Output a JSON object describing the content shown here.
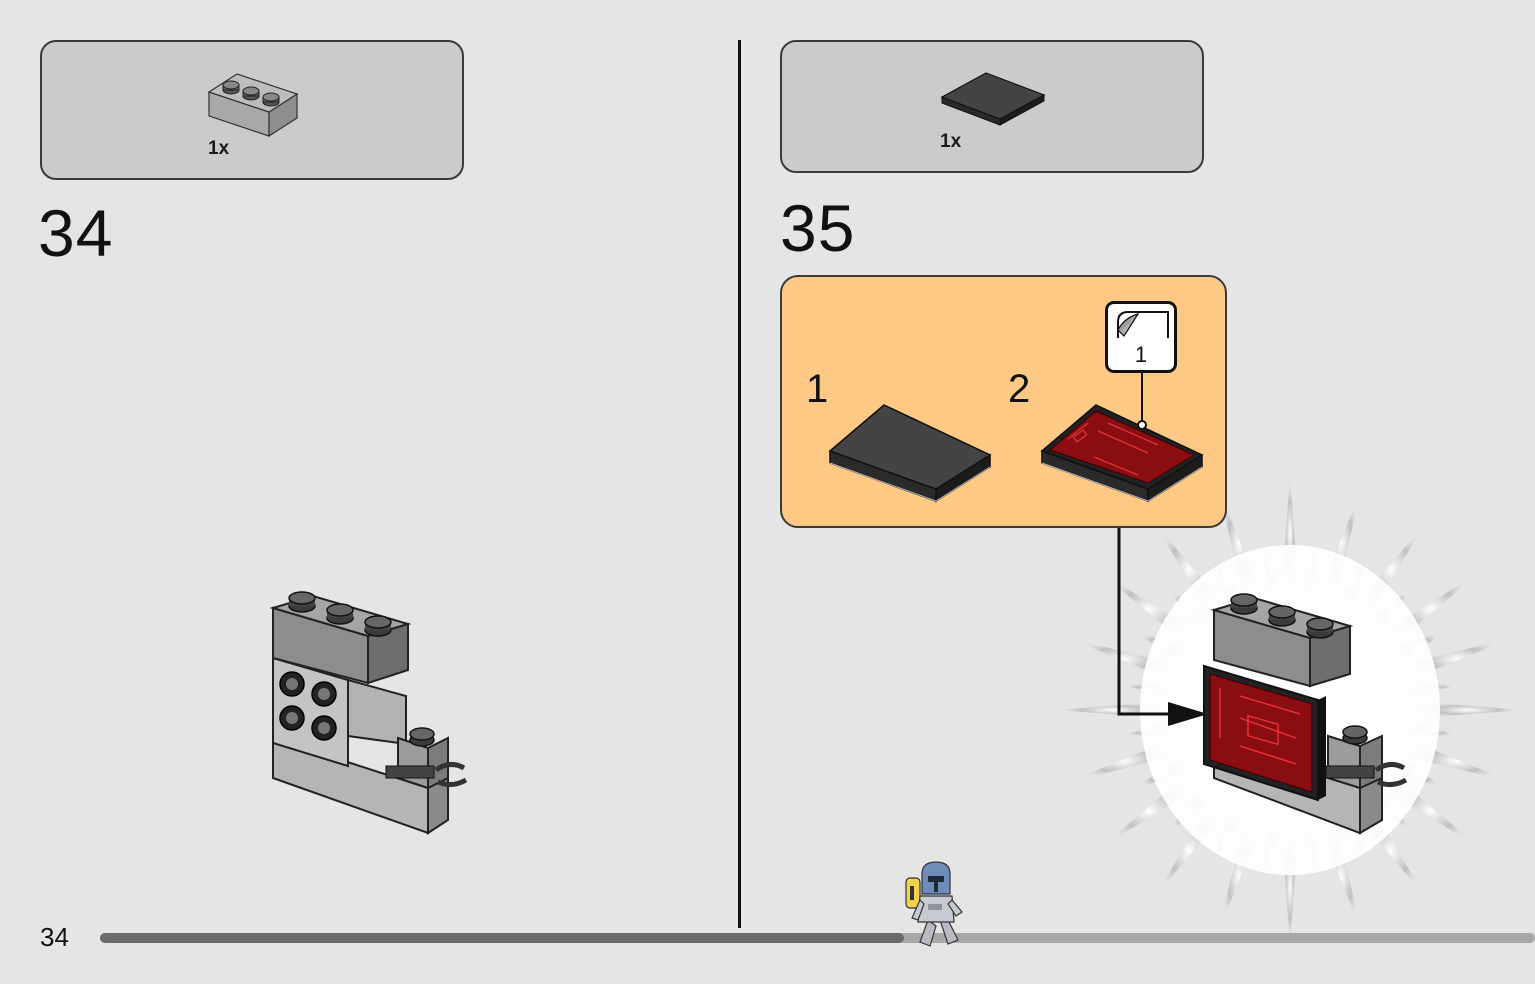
{
  "steps": [
    {
      "number": "34",
      "parts": [
        {
          "quantity": "1x",
          "part": "brick-1x3-gray"
        }
      ]
    },
    {
      "number": "35",
      "parts": [
        {
          "quantity": "1x",
          "part": "tile-2x3-black"
        }
      ],
      "sub_steps": [
        {
          "number": "1"
        },
        {
          "number": "2"
        }
      ],
      "sticker": {
        "number": "1"
      }
    }
  ],
  "footer": {
    "page_number": "34",
    "progress": 0.56
  },
  "colors": {
    "page_background": "#e5e5e5",
    "parts_box": "#cbcbcb",
    "sub_assembly_box": "#fdc985",
    "sticker_red": "#8a0d12",
    "progress_dark": "#6b6b6b",
    "progress_light": "#a8a8a8"
  },
  "icons": [
    "sticker-icon",
    "minifigure-icon",
    "starburst-icon",
    "arrow-icon"
  ]
}
